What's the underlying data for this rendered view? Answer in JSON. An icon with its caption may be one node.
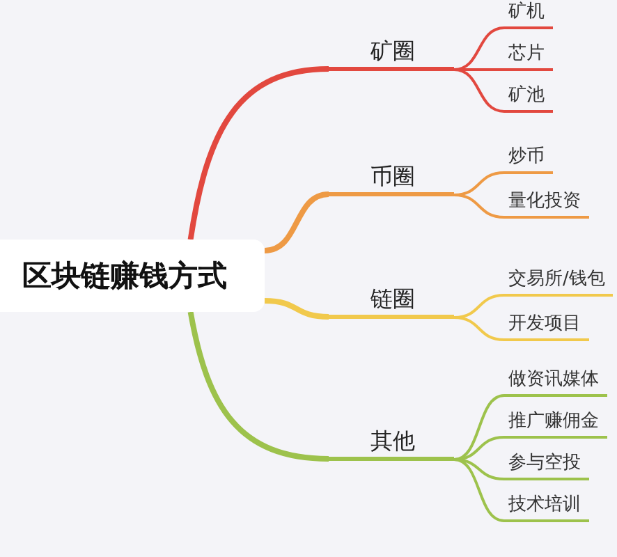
{
  "diagram": {
    "nodes": [
      {
        "text": [
          "区块链赚钱方式"
        ]
      },
      {
        "text": [
          "矿圈"
        ]
      },
      {
        "text": [
          "矿机"
        ]
      },
      {
        "text": [
          "芯片"
        ]
      },
      {
        "text": [
          "矿池"
        ]
      },
      {
        "text": [
          "币圈"
        ]
      },
      {
        "text": [
          "炒币"
        ]
      },
      {
        "text": [
          "量化投资"
        ]
      },
      {
        "text": [
          "链圈"
        ]
      },
      {
        "text": [
          "交易所/钱包"
        ]
      },
      {
        "text": [
          "开发项目"
        ]
      },
      {
        "text": [
          "其他"
        ]
      },
      {
        "text": [
          "做资讯媒体"
        ]
      },
      {
        "text": [
          "推广赚佣金"
        ]
      },
      {
        "text": [
          "参与空投"
        ]
      },
      {
        "text": [
          "技术培训"
        ]
      }
    ],
    "edges": [
      {
        "from": 0,
        "to": 1,
        "arrow": "none",
        "style": "thick",
        "color": "#e2483f"
      },
      {
        "from": 1,
        "to": 2,
        "arrow": "none",
        "color": "#e2483f"
      },
      {
        "from": 1,
        "to": 3,
        "arrow": "none",
        "color": "#e2483f"
      },
      {
        "from": 1,
        "to": 4,
        "arrow": "none",
        "color": "#e2483f"
      },
      {
        "from": 0,
        "to": 5,
        "arrow": "none",
        "style": "thick",
        "color": "#ee9a45"
      },
      {
        "from": 5,
        "to": 6,
        "arrow": "none",
        "color": "#ee9a45"
      },
      {
        "from": 5,
        "to": 7,
        "arrow": "none",
        "color": "#ee9a45"
      },
      {
        "from": 0,
        "to": 8,
        "arrow": "none",
        "style": "thick",
        "color": "#f1c94c"
      },
      {
        "from": 8,
        "to": 9,
        "arrow": "none",
        "color": "#f1c94c"
      },
      {
        "from": 8,
        "to": 10,
        "arrow": "none",
        "color": "#f1c94c"
      },
      {
        "from": 0,
        "to": 11,
        "arrow": "none",
        "style": "thick",
        "color": "#9dc24c"
      },
      {
        "from": 11,
        "to": 12,
        "arrow": "none",
        "color": "#9dc24c"
      },
      {
        "from": 11,
        "to": 13,
        "arrow": "none",
        "color": "#9dc24c"
      },
      {
        "from": 11,
        "to": 14,
        "arrow": "none",
        "color": "#9dc24c"
      },
      {
        "from": 11,
        "to": 15,
        "arrow": "none",
        "color": "#9dc24c"
      }
    ]
  }
}
